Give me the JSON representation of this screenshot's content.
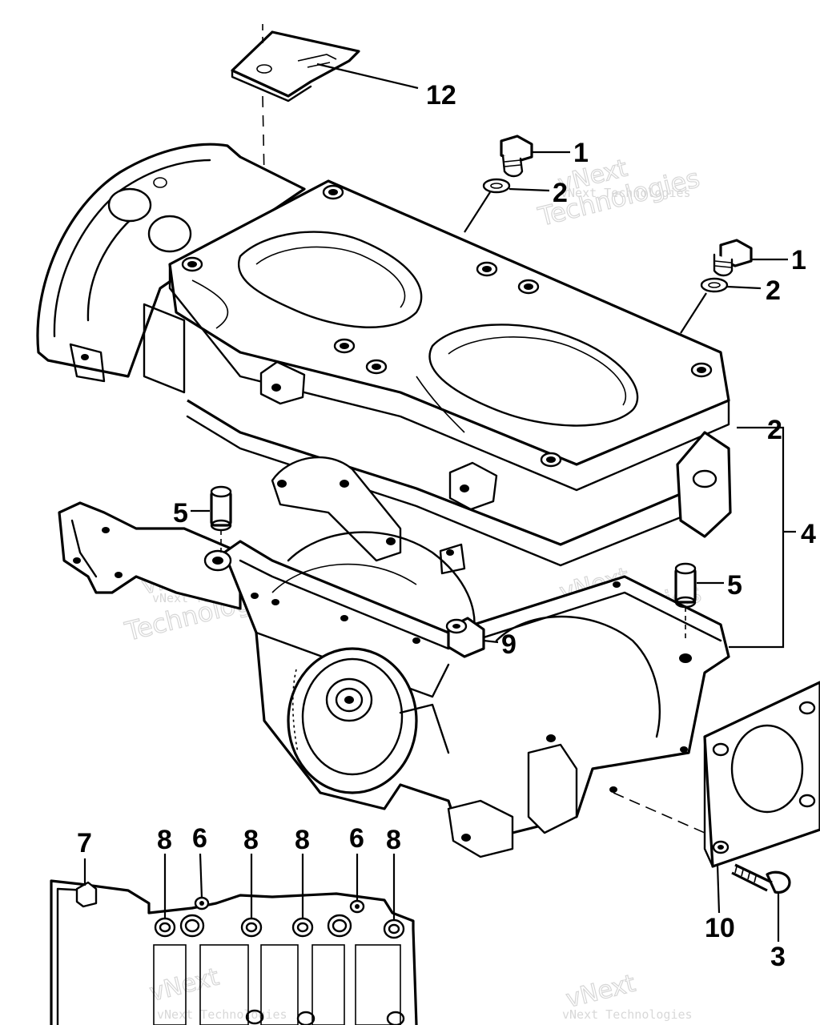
{
  "callouts": {
    "c12": "12",
    "c1a": "1",
    "c2a": "2",
    "c1b": "1",
    "c2b": "2",
    "c2c": "2",
    "c4": "4",
    "c5a": "5",
    "c5b": "5",
    "c9": "9",
    "c10": "10",
    "c3": "3",
    "c7": "7",
    "c8a": "8",
    "c6a": "6",
    "c8b": "8",
    "c8c": "8",
    "c6b": "6",
    "c8d": "8"
  },
  "watermark": {
    "brand": "vNext",
    "line": "vNext Technologies",
    "word": "Technologies"
  }
}
